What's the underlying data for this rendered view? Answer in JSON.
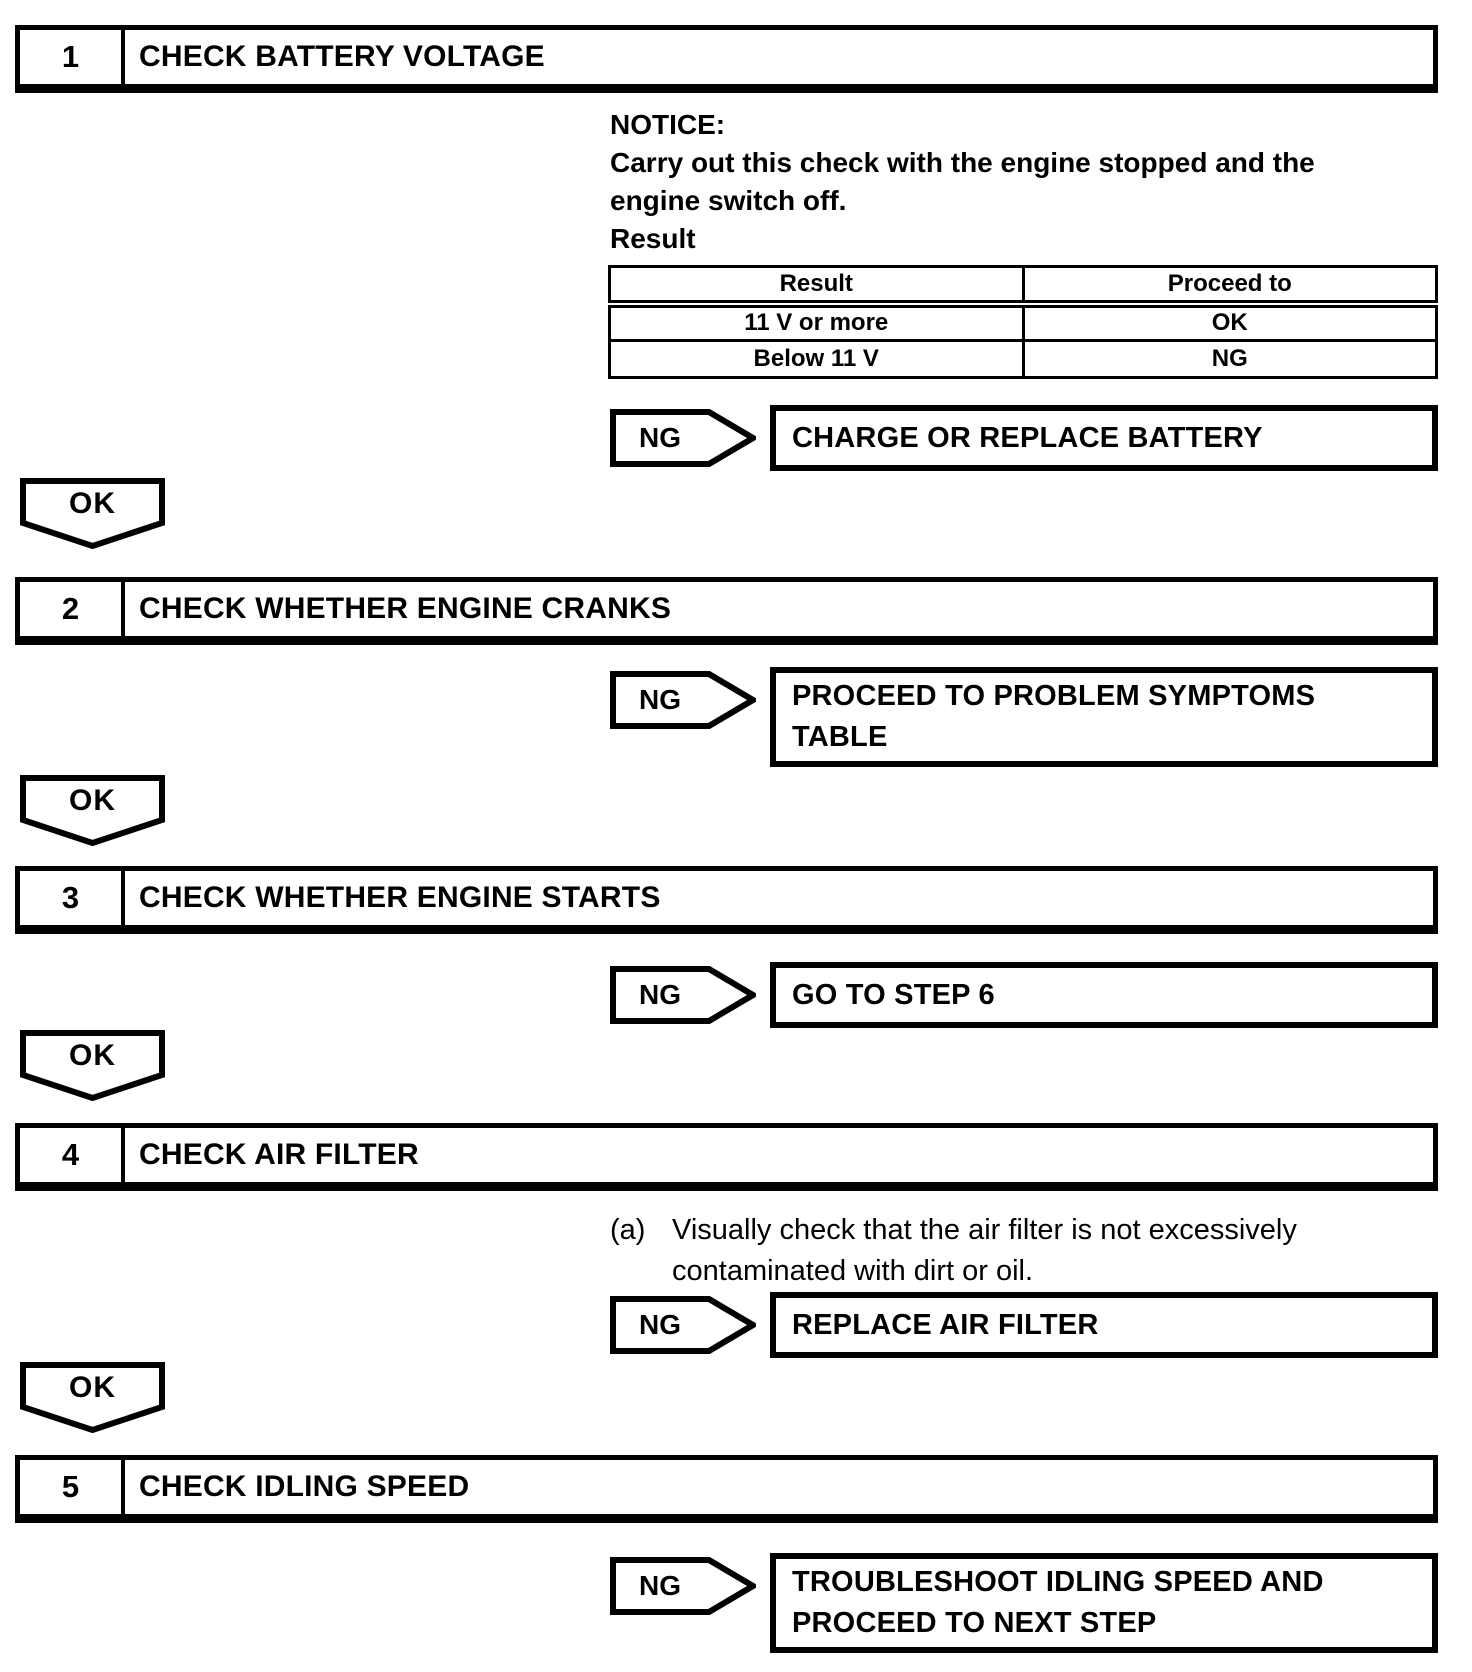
{
  "labels": {
    "ok": "OK",
    "ng": "NG"
  },
  "steps": [
    {
      "number": "1",
      "title": "CHECK BATTERY VOLTAGE",
      "notice": {
        "heading": "NOTICE:",
        "line1": "Carry out this check with the engine stopped and the",
        "line2": "engine switch off.",
        "result_label": "Result"
      },
      "result_table": {
        "col1_header": "Result",
        "col2_header": "Proceed to",
        "rows": [
          {
            "result": "11 V or more",
            "proceed_to": "OK"
          },
          {
            "result": "Below 11 V",
            "proceed_to": "NG"
          }
        ]
      },
      "ng_action": {
        "line1": "CHARGE OR REPLACE BATTERY"
      }
    },
    {
      "number": "2",
      "title": "CHECK WHETHER ENGINE CRANKS",
      "ng_action": {
        "line1": "PROCEED TO PROBLEM SYMPTOMS",
        "line2": "TABLE"
      }
    },
    {
      "number": "3",
      "title": "CHECK WHETHER ENGINE STARTS",
      "ng_action": {
        "line1": "GO TO STEP 6"
      }
    },
    {
      "number": "4",
      "title": "CHECK AIR FILTER",
      "instruction": {
        "marker": "(a)",
        "line1": "Visually check that the air filter is not excessively",
        "line2": "contaminated with dirt or oil."
      },
      "ng_action": {
        "line1": "REPLACE AIR FILTER"
      }
    },
    {
      "number": "5",
      "title": "CHECK IDLING SPEED",
      "ng_action": {
        "line1": "TROUBLESHOOT IDLING SPEED AND",
        "line2": "PROCEED TO NEXT STEP"
      }
    }
  ]
}
